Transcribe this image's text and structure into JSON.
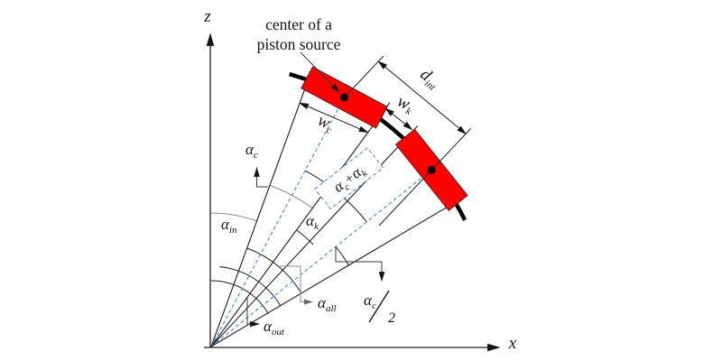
{
  "diagram": {
    "axis": {
      "z": "z",
      "x": "x"
    },
    "annotation": {
      "line1": "center of a",
      "line2": "piston source"
    },
    "angles": {
      "alpha_c": {
        "base": "α",
        "sub": "c"
      },
      "alpha_in": {
        "base": "α",
        "sub": "in"
      },
      "alpha_k": {
        "base": "α",
        "sub": "k"
      },
      "alpha_all": {
        "base": "α",
        "sub": "all"
      },
      "alpha_out": {
        "base": "α",
        "sub": "out"
      },
      "alpha_c_half": {
        "base": "α",
        "sub": "c",
        "denominator": "2"
      },
      "alpha_c_plus_k": {
        "base1": "α",
        "sub1": "c",
        "plus": "+",
        "base2": "α",
        "sub2": "k"
      }
    },
    "dimensions": {
      "w_c": {
        "base": "w",
        "sub": "c"
      },
      "w_k": {
        "base": "w",
        "sub": "k"
      },
      "d_int": {
        "base": "d",
        "sub": "int"
      }
    },
    "colors": {
      "piston_fill": "#fe0000",
      "guide_blue": "#4a90d9",
      "line_black": "#1c1c1c",
      "muted_gray": "#8a8a8a"
    }
  }
}
